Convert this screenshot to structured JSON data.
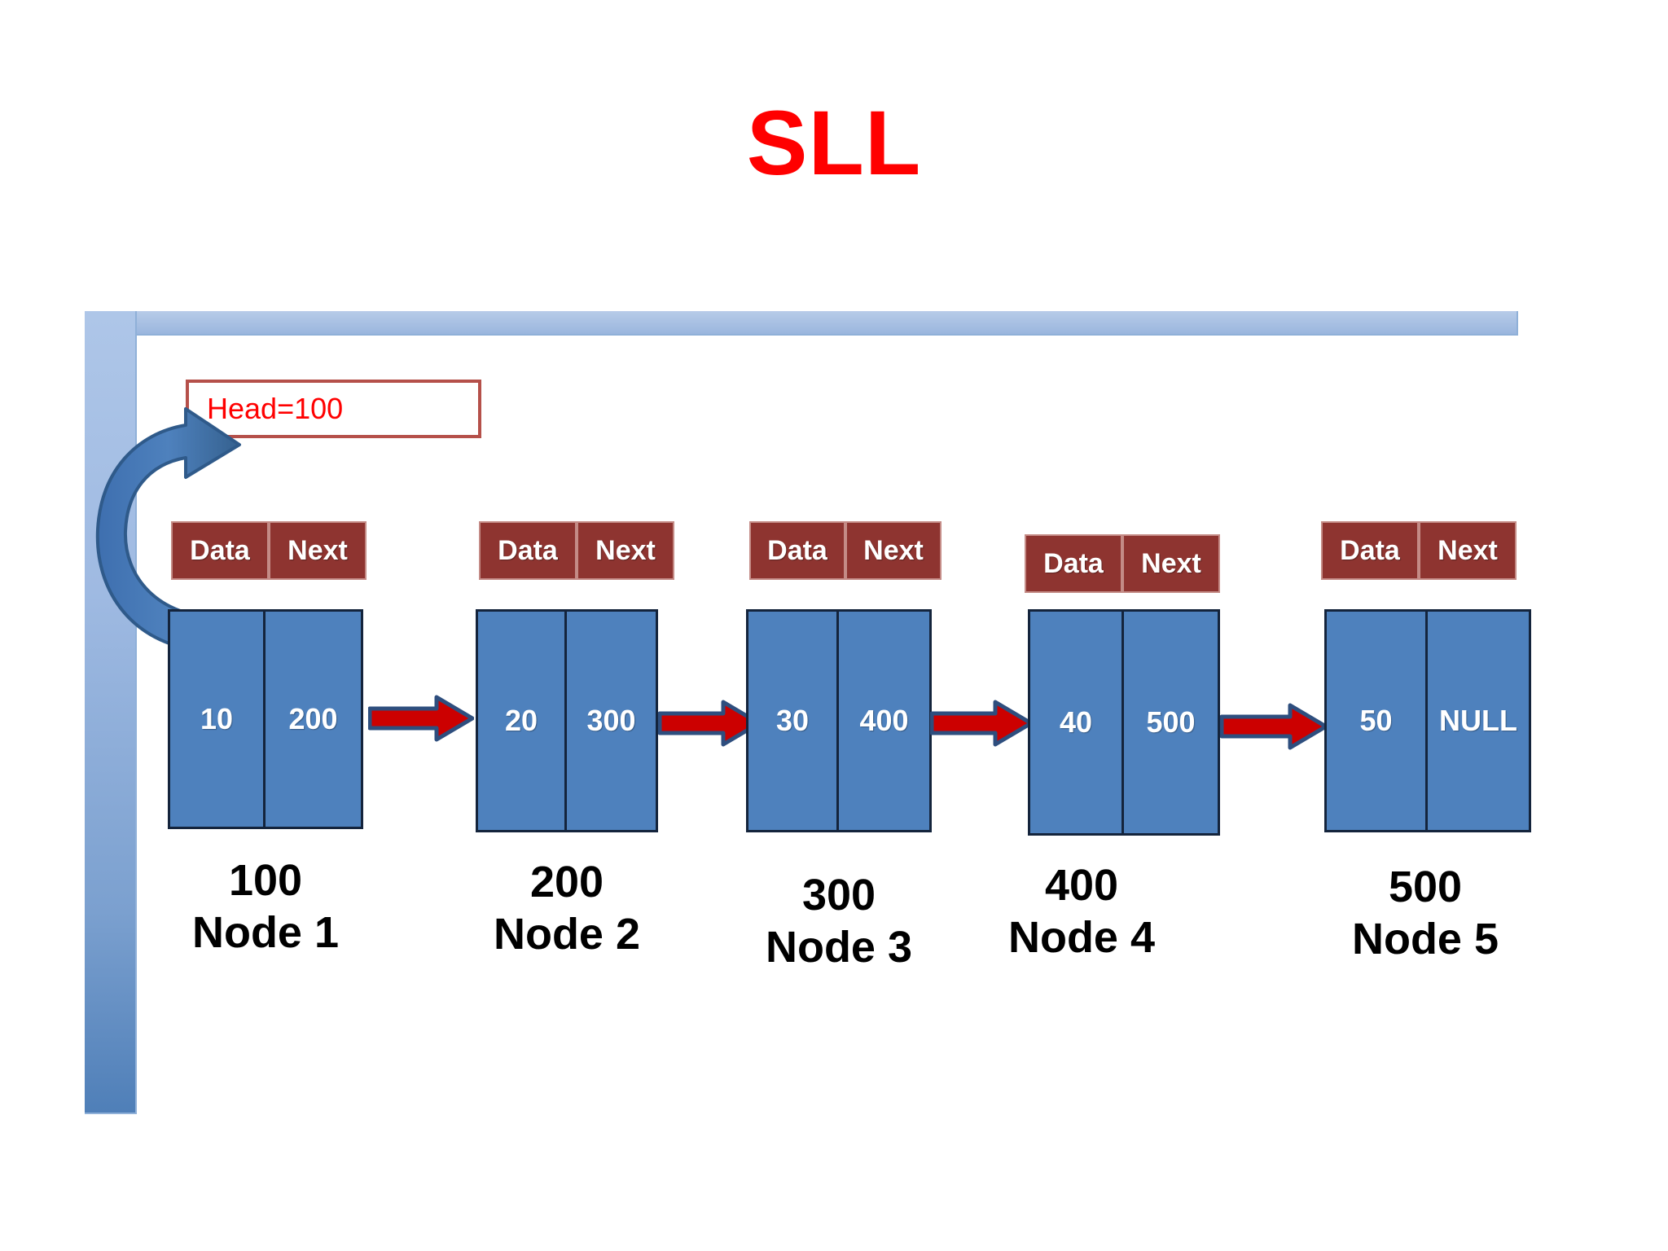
{
  "title": "SLL",
  "head": {
    "label": "Head=100",
    "arrow_name": "head-curved-arrow"
  },
  "column_headers": [
    "Data",
    "Next"
  ],
  "nodes": [
    {
      "data": "10",
      "next": "200",
      "address": "100",
      "name": "Node 1"
    },
    {
      "data": "20",
      "next": "300",
      "address": "200",
      "name": "Node 2"
    },
    {
      "data": "30",
      "next": "400",
      "address": "300",
      "name": "Node 3"
    },
    {
      "data": "40",
      "next": "500",
      "address": "400",
      "name": "Node 4"
    },
    {
      "data": "50",
      "next": "NULL",
      "address": "500",
      "name": "Node 5"
    }
  ],
  "colors": {
    "title": "#FF0000",
    "header_cell": "#8E3430",
    "node_body": "#4E81BD",
    "arrow_fill": "#CC0000",
    "arrow_outline": "#2E4E7E",
    "head_box_border": "#B5504A",
    "head_text": "#FF0000",
    "frame": "#9AB6DE",
    "caption": "#000000"
  }
}
